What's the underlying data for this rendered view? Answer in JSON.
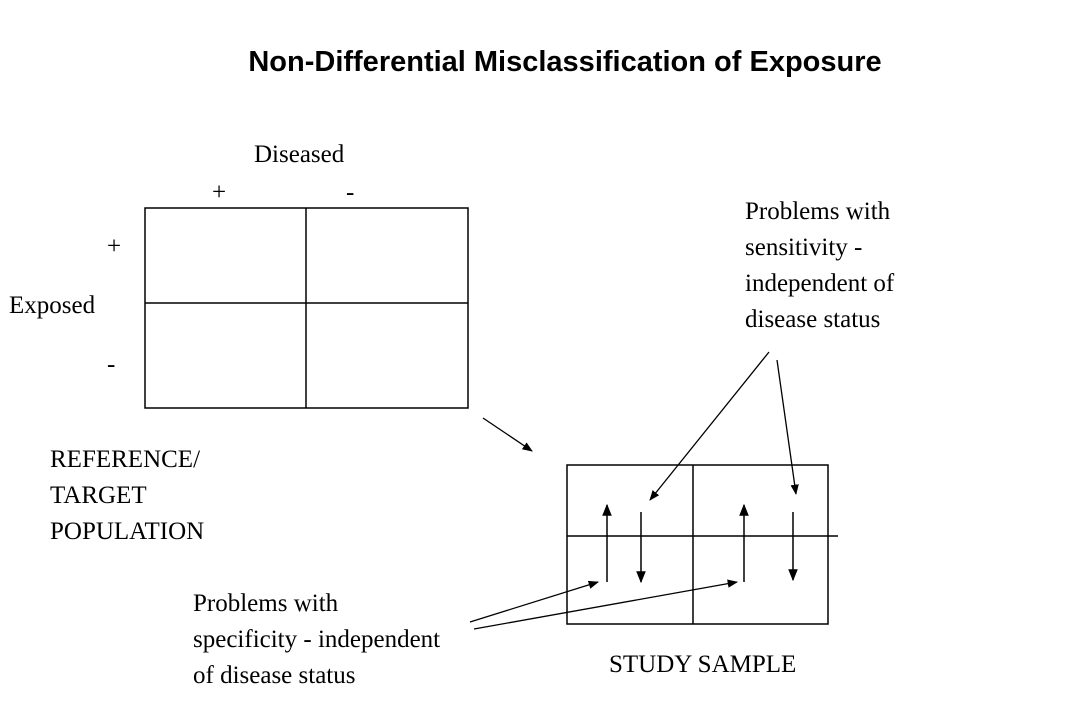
{
  "title": "Non-Differential Misclassification of Exposure",
  "reference_table": {
    "diseased_label": "Diseased",
    "diseased_plus": "+",
    "diseased_minus": "-",
    "exposed_label": "Exposed",
    "exposed_plus": "+",
    "exposed_minus": "-",
    "caption_lines": [
      "REFERENCE/",
      "TARGET",
      "POPULATION"
    ]
  },
  "study_table": {
    "caption": "STUDY SAMPLE"
  },
  "annotations": {
    "sensitivity_lines": [
      "Problems with",
      "sensitivity -",
      "independent of",
      "disease status"
    ],
    "specificity_lines": [
      "Problems with",
      "specificity - independent",
      "of disease status"
    ]
  }
}
